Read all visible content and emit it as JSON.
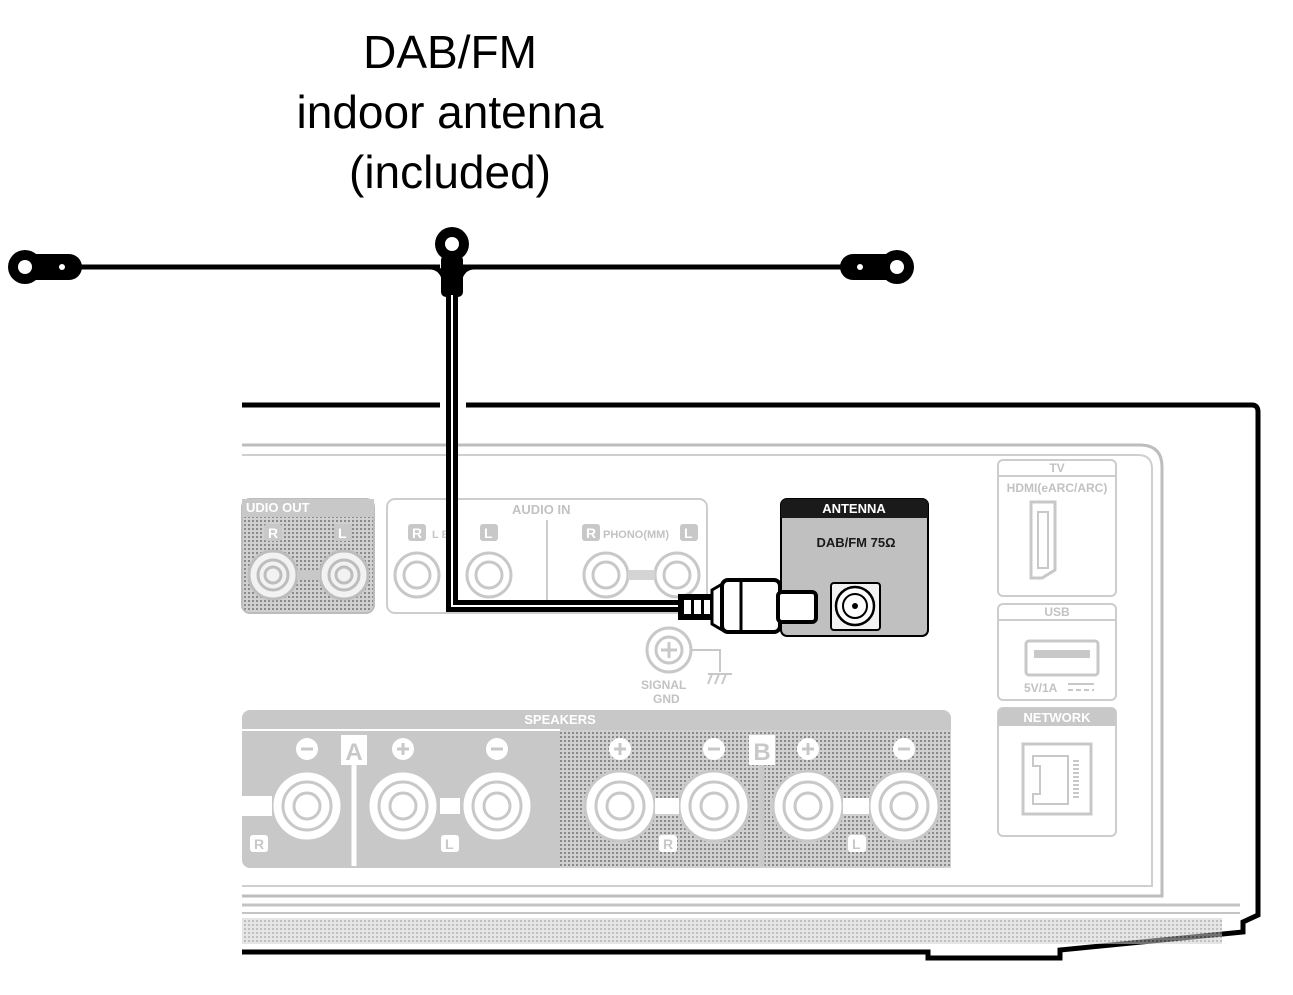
{
  "caption": {
    "line1": "DAB/FM",
    "line2": "indoor antenna",
    "line3": "(included)"
  },
  "antenna_terminal": {
    "header": "ANTENNA",
    "label": "DAB/FM 75Ω"
  },
  "panel": {
    "audio_out": "UDIO OUT",
    "audio_in": "AUDIO IN",
    "line_r": "R",
    "line_mid": "L   E",
    "line_l": "L",
    "phono_r": "R",
    "phono": "PHONO(MM)",
    "phono_l": "L",
    "out_r": "R",
    "out_l": "L",
    "signal_gnd_1": "SIGNAL",
    "signal_gnd_2": "GND",
    "speakers": "SPEAKERS",
    "spk_a": "A",
    "spk_b": "B",
    "spk_r": "R",
    "spk_l": "L",
    "tv": "TV",
    "hdmi": "HDMI(eARC/ARC)",
    "usb": "USB",
    "usb_power": "5V/1A",
    "network": "NETWORK"
  },
  "colors": {
    "outline": "#000000",
    "panel_gray": "#c8c8c8",
    "terminal_gray": "#c0c0c0",
    "label_dark": "#1a1a1a"
  }
}
